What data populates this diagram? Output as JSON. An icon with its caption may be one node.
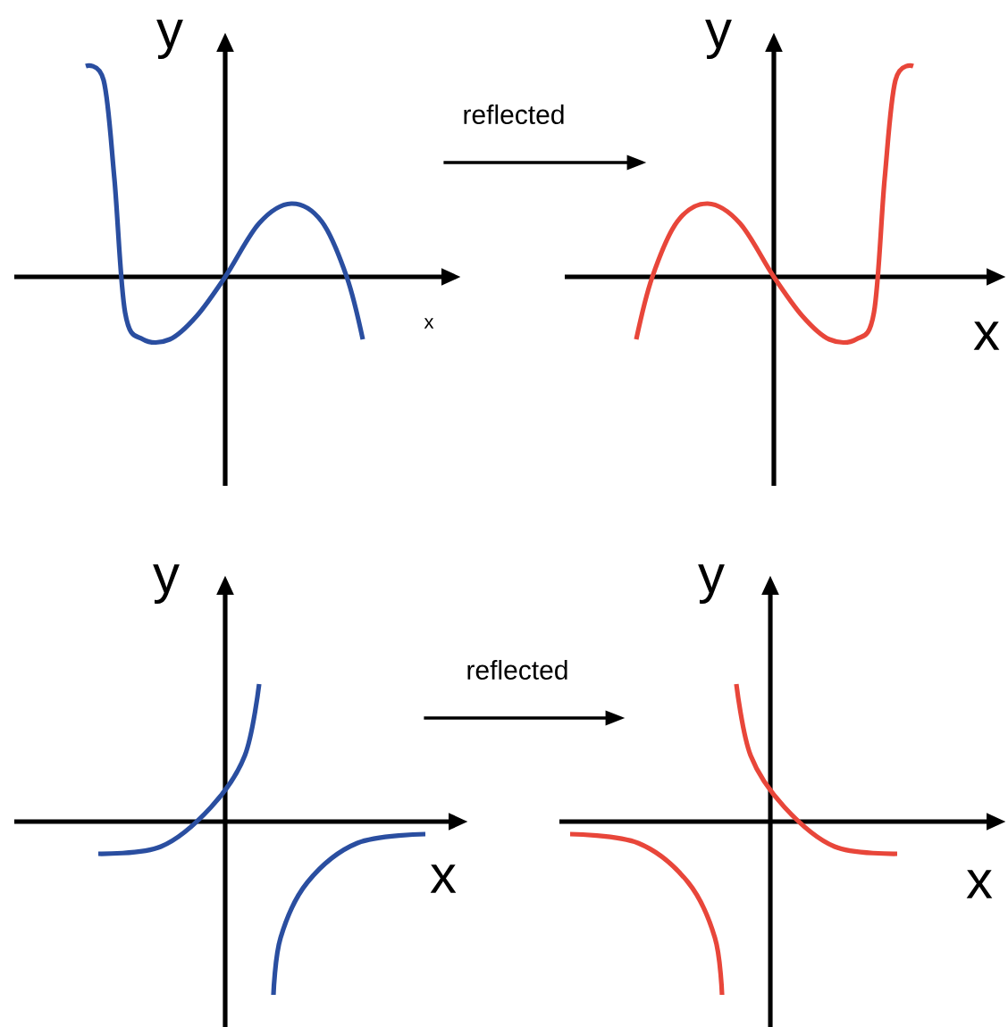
{
  "diagram": {
    "nodes": [
      {
        "text": [
          "y",
          "x"
        ]
      },
      {
        "text": [
          "y",
          "x"
        ]
      },
      {
        "text": [
          "y",
          "x"
        ]
      },
      {
        "text": [
          "y",
          "x"
        ]
      }
    ],
    "edges": [
      {
        "from": 0,
        "to": 1,
        "arrow": "to",
        "label": "reflected"
      },
      {
        "from": 2,
        "to": 3,
        "arrow": "to",
        "label": "reflected"
      }
    ]
  }
}
